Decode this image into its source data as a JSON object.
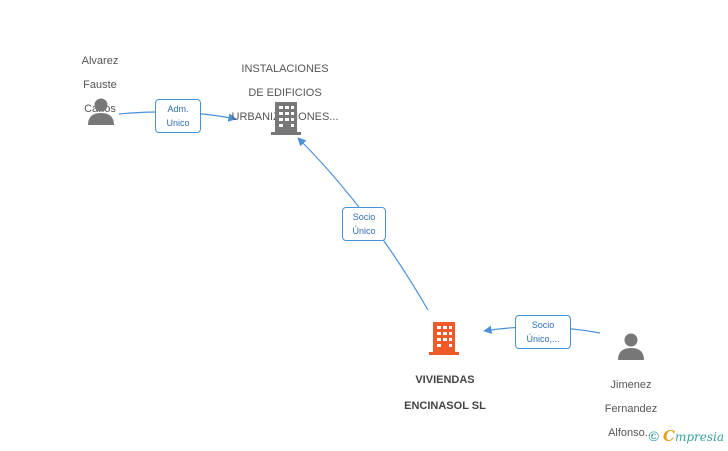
{
  "nodes": {
    "person_alvarez": {
      "lines": [
        "Alvarez",
        "Fauste",
        "Carlos"
      ],
      "type": "person"
    },
    "company_instalaciones": {
      "lines": [
        "INSTALACIONES",
        "DE EDIFICIOS",
        "URBANIZACIONES..."
      ],
      "type": "company"
    },
    "company_viviendas": {
      "lines": [
        "VIVIENDAS",
        "ENCINASOL SL"
      ],
      "type": "company-main"
    },
    "person_jimenez": {
      "lines": [
        "Jimenez",
        "Fernandez",
        "Alfonso..."
      ],
      "type": "person"
    }
  },
  "edges": {
    "adm_unico": {
      "lines": [
        "Adm.",
        "Unico"
      ]
    },
    "socio_unico_1": {
      "lines": [
        "Socio",
        "Único"
      ]
    },
    "socio_unico_2": {
      "lines": [
        "Socio",
        "Único,..."
      ]
    }
  },
  "brand": {
    "copyright": "©",
    "name_first": "C",
    "name_rest": "mpresia"
  },
  "colors": {
    "edge": "#4a90d9",
    "person": "#777777",
    "company": "#777777",
    "company_main": "#f05a28"
  }
}
